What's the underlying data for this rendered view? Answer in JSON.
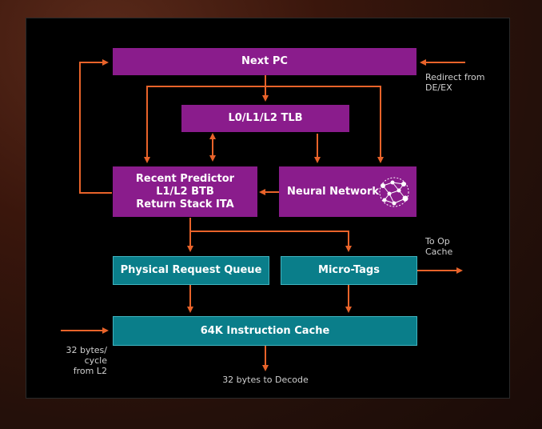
{
  "boxes": {
    "next_pc": "Next PC",
    "tlb": "L0/L1/L2 TLB",
    "predictor_line1": "Recent Predictor",
    "predictor_line2": "L1/L2 BTB",
    "predictor_line3": "Return Stack ITA",
    "neural_network": "Neural Network",
    "physical_request_queue": "Physical Request Queue",
    "micro_tags": "Micro-Tags",
    "instruction_cache": "64K Instruction Cache"
  },
  "labels": {
    "redirect_line1": "Redirect from",
    "redirect_line2": "DE/EX",
    "to_op_line1": "To Op",
    "to_op_line2": "Cache",
    "bytes_l2_line1": "32 bytes/",
    "bytes_l2_line2": "cycle",
    "bytes_l2_line3": "from L2",
    "decode": "32 bytes to Decode"
  },
  "colors": {
    "arrow": "#e8632a",
    "purple_box": "#8a1c8c",
    "teal_box": "#0a7e8a"
  },
  "icons": {
    "neural_network": "neural-network-graph-icon"
  }
}
